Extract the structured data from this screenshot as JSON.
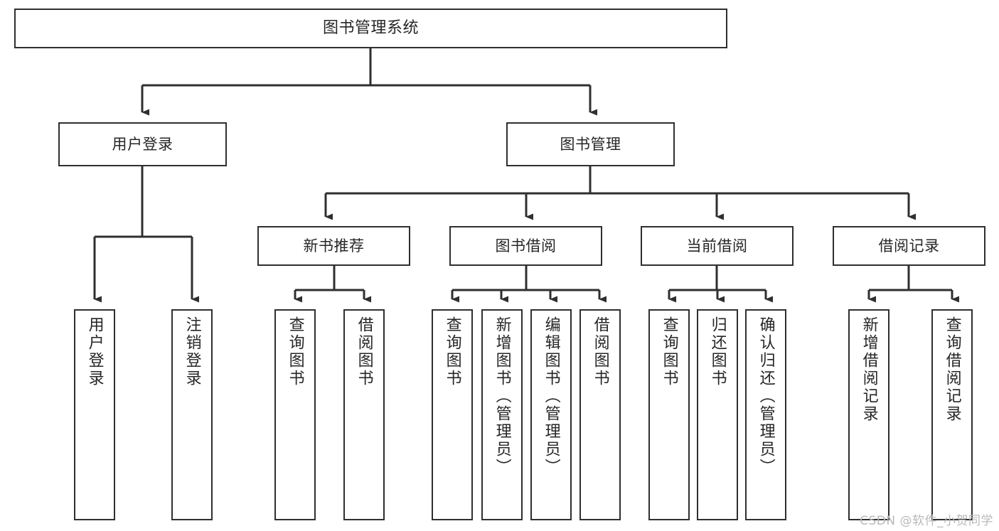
{
  "diagram": {
    "title": "图书管理系统",
    "type": "tree",
    "colors": {
      "background": "#ffffff",
      "box_stroke": "#2f2f2f",
      "box_fill": "#ffffff",
      "text": "#262626",
      "connector": "#2f2f2f",
      "watermark": "#b9b9b9"
    },
    "watermark": "CSDN @软件_小贺同学",
    "nodes": {
      "root": {
        "label": "图书管理系统"
      },
      "user_login": {
        "label": "用户登录"
      },
      "book_manage": {
        "label": "图书管理"
      },
      "new_book_rec": {
        "label": "新书推荐"
      },
      "book_borrow": {
        "label": "图书借阅"
      },
      "current_borrow": {
        "label": "当前借阅"
      },
      "borrow_record": {
        "label": "借阅记录"
      },
      "leaf_user_login": {
        "label": "用户登录"
      },
      "leaf_logout": {
        "label": "注销登录"
      },
      "leaf_query_book_a": {
        "label": "查询图书"
      },
      "leaf_borrow_book_a": {
        "label": "借阅图书"
      },
      "leaf_query_book_b": {
        "label": "查询图书"
      },
      "leaf_add_book_admin": {
        "label": "新增图书（管理员）"
      },
      "leaf_edit_book_admin": {
        "label": "编辑图书（管理员）"
      },
      "leaf_borrow_book_b": {
        "label": "借阅图书"
      },
      "leaf_query_book_c": {
        "label": "查询图书"
      },
      "leaf_return_book": {
        "label": "归还图书"
      },
      "leaf_confirm_return": {
        "label": "确认归还（管理员）"
      },
      "leaf_add_record": {
        "label": "新增借阅记录"
      },
      "leaf_query_record": {
        "label": "查询借阅记录"
      }
    },
    "edges": [
      {
        "from": "root",
        "to": "user_login"
      },
      {
        "from": "root",
        "to": "book_manage"
      },
      {
        "from": "user_login",
        "to": "leaf_user_login"
      },
      {
        "from": "user_login",
        "to": "leaf_logout"
      },
      {
        "from": "book_manage",
        "to": "new_book_rec"
      },
      {
        "from": "book_manage",
        "to": "book_borrow"
      },
      {
        "from": "book_manage",
        "to": "current_borrow"
      },
      {
        "from": "book_manage",
        "to": "borrow_record"
      },
      {
        "from": "new_book_rec",
        "to": "leaf_query_book_a"
      },
      {
        "from": "new_book_rec",
        "to": "leaf_borrow_book_a"
      },
      {
        "from": "book_borrow",
        "to": "leaf_query_book_b"
      },
      {
        "from": "book_borrow",
        "to": "leaf_add_book_admin"
      },
      {
        "from": "book_borrow",
        "to": "leaf_edit_book_admin"
      },
      {
        "from": "book_borrow",
        "to": "leaf_borrow_book_b"
      },
      {
        "from": "current_borrow",
        "to": "leaf_query_book_c"
      },
      {
        "from": "current_borrow",
        "to": "leaf_return_book"
      },
      {
        "from": "current_borrow",
        "to": "leaf_confirm_return"
      },
      {
        "from": "borrow_record",
        "to": "leaf_add_record"
      },
      {
        "from": "borrow_record",
        "to": "leaf_query_record"
      }
    ]
  }
}
